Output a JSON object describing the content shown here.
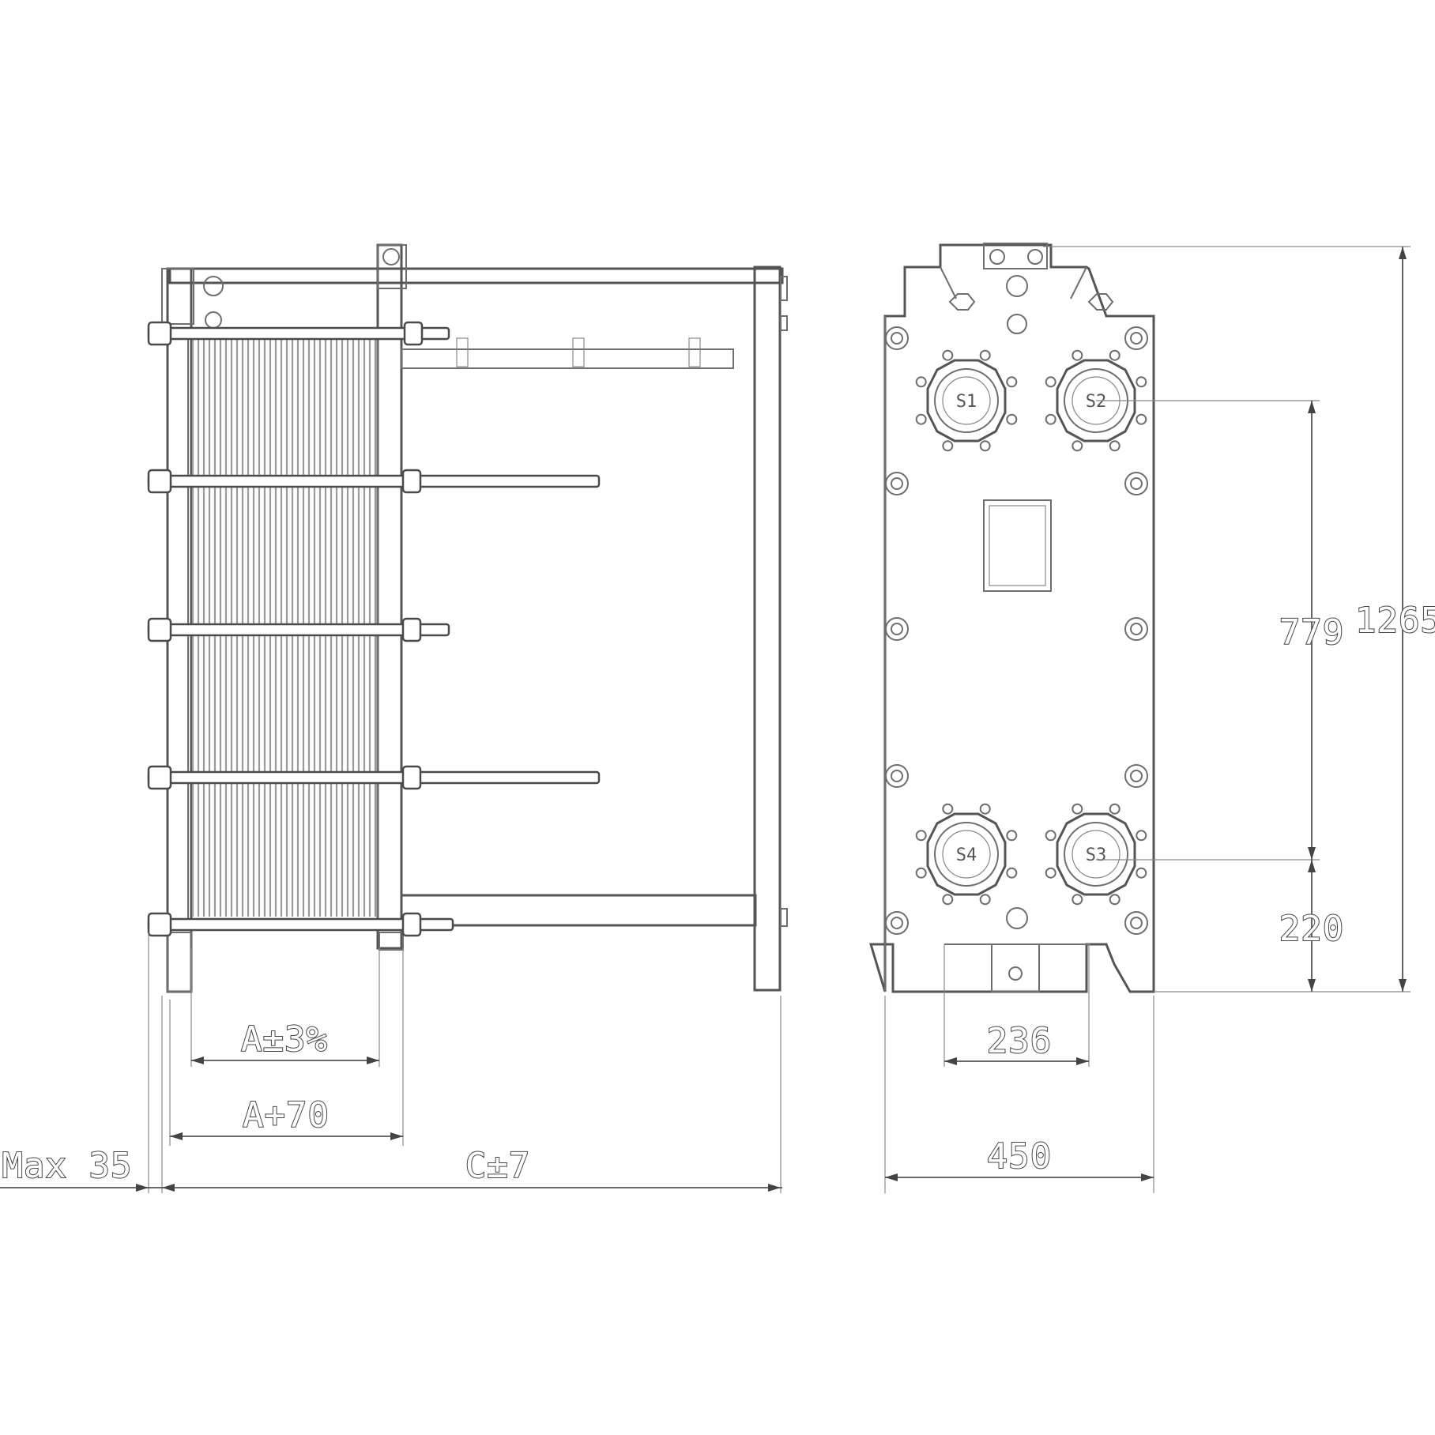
{
  "side_view": {
    "dimensions": {
      "tolerance_label": "A±3%",
      "plus_label": "A+70",
      "max_label": "Max 35",
      "length_label": "C±7"
    }
  },
  "front_view": {
    "ports": [
      "S1",
      "S2",
      "S3",
      "S4"
    ],
    "dimensions": {
      "width_label": "450",
      "foot_span_label": "236",
      "port_spacing_label": "779",
      "bottom_offset_label": "220",
      "height_label": "1265"
    }
  }
}
